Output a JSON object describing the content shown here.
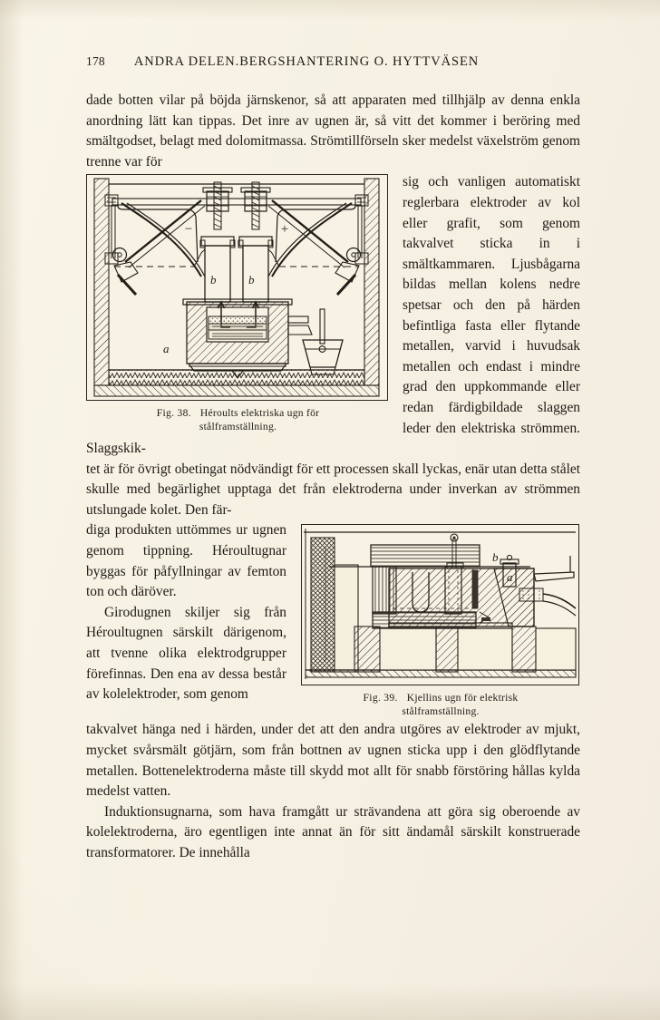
{
  "page": {
    "folio": "178",
    "running_head_left": "ANDRA DELEN.",
    "running_head_right": "BERGSHANTERING O. HYTTVÄSEN",
    "background_color": "#f7f2e4",
    "ink_color": "#1d1a16"
  },
  "body": {
    "para1_top": "dade botten vilar på böjda järnskenor, så att apparaten med tillhjälp av denna enkla anordning lätt kan tippas.  Det inre av ugnen är, så vitt det kommer i beröring med smältgodset, belagt med dolomitmassa.  Strömtillförseln sker medelst växelström genom trenne var för",
    "para1_wrap": "sig och vanligen automatiskt reglerbara elektroder av kol eller grafit, som genom takvalvet sticka in i smältkammaren. Ljusbågarna bildas mellan kolens nedre spetsar och den på härden befintliga fasta eller flytande metallen, varvid i huvudsak metallen och endast i mindre grad den uppkommande eller redan färdigbildade slaggen leder den elektriska strömmen. Slaggskik-",
    "para1_full": "tet är för övrigt obetingat nödvändigt för ett processen skall lyckas, enär utan detta stålet skulle med begärlighet upptaga det från elektroderna under inverkan av strömmen utslungade kolet.  Den fär-",
    "para1_left": "diga produkten uttömmes ur ugnen genom tippning. Héroultugnar byggas för påfyllningar av femton ton och däröver.",
    "para2_left": "Girodugnen skiljer sig från Héroultugnen särskilt därigenom, att tvenne olika elektrodgrupper förefinnas. Den ena av dessa består av kolelektroder, som genom",
    "para2_full": "takvalvet hänga ned i härden, under det att den andra utgöres av elektroder av mjukt, mycket svårsmält götjärn, som från bottnen av ugnen sticka upp i den glödflytande metallen.  Bottenelektroderna måste till skydd mot allt för snabb förstöring hållas kylda medelst vatten.",
    "para3": "Induktionsugnarna, som hava framgått ur strävandena att göra sig oberoende av kolelektroderna, äro egentligen inte annat än för sitt ändamål särskilt konstruerade transformatorer.  De innehålla"
  },
  "figures": [
    {
      "id": "fig-38",
      "number": "Fig. 38.",
      "caption_line1": "Héroults elektriska ugn för",
      "caption_line2": "stålframställning.",
      "inner_labels": [
        "−",
        "+",
        "b",
        "b",
        "a"
      ],
      "description": "Sectional drawing of a Héroult electric arc furnace with two electrodes"
    },
    {
      "id": "fig-39",
      "number": "Fig. 39.",
      "caption_line1": "Kjellins ugn för elektrisk",
      "caption_line2": "stålframställning.",
      "inner_labels": [
        "b",
        "a"
      ],
      "description": "Sectional drawing of a Kjellin induction furnace for electric steel production"
    }
  ]
}
